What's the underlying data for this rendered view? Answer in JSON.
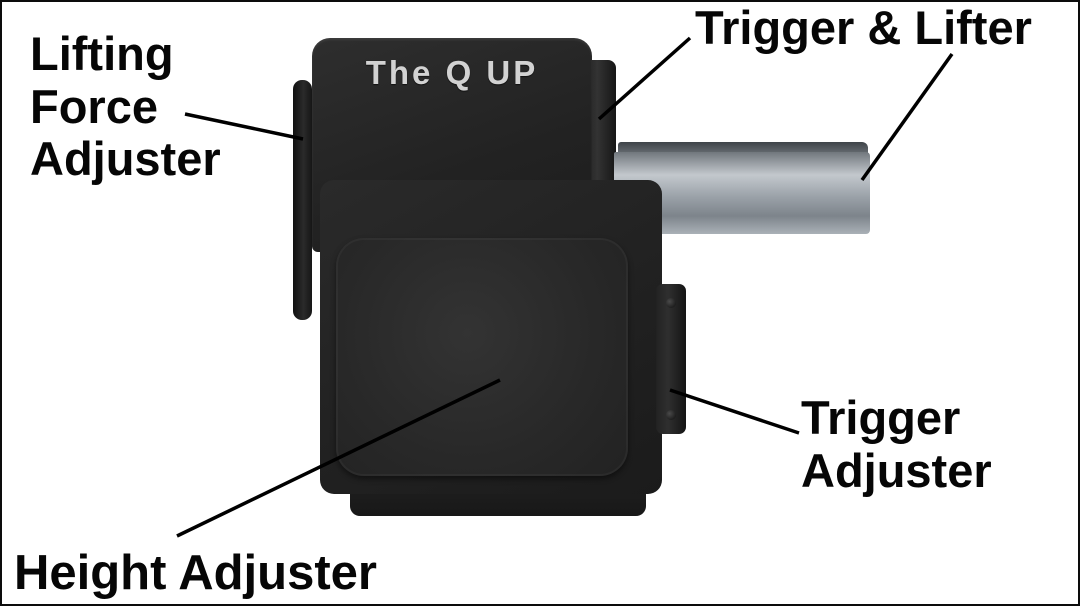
{
  "diagram": {
    "product_name": "The Q UP",
    "labels": {
      "lifting_force": "Lifting Force Adjuster",
      "trigger_lifter": "Trigger & Lifter",
      "trigger_adjuster": "Trigger Adjuster",
      "height_adjuster": "Height Adjuster"
    },
    "colors": {
      "background": "#ffffff",
      "device_body": "#232323",
      "front_plate": "#2d2d2d",
      "metal_bracket": "#9aa1a8",
      "label_text": "#060606",
      "logo_text": "#d2d2d2",
      "callout_line": "#000000"
    }
  }
}
